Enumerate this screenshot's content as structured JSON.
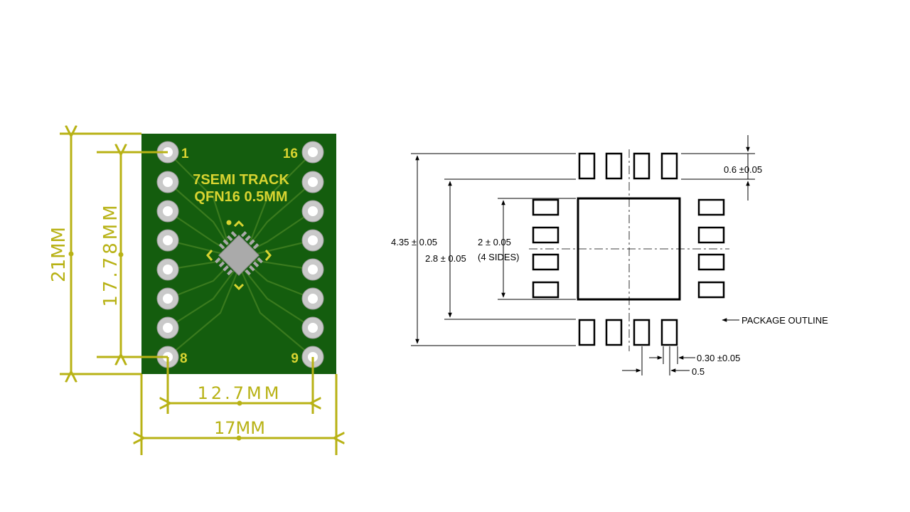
{
  "board": {
    "title_line1": "7SEMI TRACK",
    "title_line2": "QFN16 0.5MM",
    "pin_1": "1",
    "pin_16": "16",
    "pin_8": "8",
    "pin_9": "9",
    "colors": {
      "board": "#145d0e",
      "silk": "#d8d431",
      "dimension": "#b8b215"
    }
  },
  "board_dimensions": {
    "height_total": "21MM",
    "height_pins": "17.78MM",
    "width_pins": "12.7MM",
    "width_total": "17MM"
  },
  "footprint": {
    "dim_4_35": "4.35 ± 0.05",
    "dim_2_8": "2.8 ± 0.05",
    "dim_2": "2 ± 0.05",
    "dim_4sides": "(4 SIDES)",
    "dim_0_6": "0.6 ±0.05",
    "dim_0_30": "0.30 ±0.05",
    "dim_0_5": "0.5",
    "package_outline": "PACKAGE OUTLINE"
  }
}
